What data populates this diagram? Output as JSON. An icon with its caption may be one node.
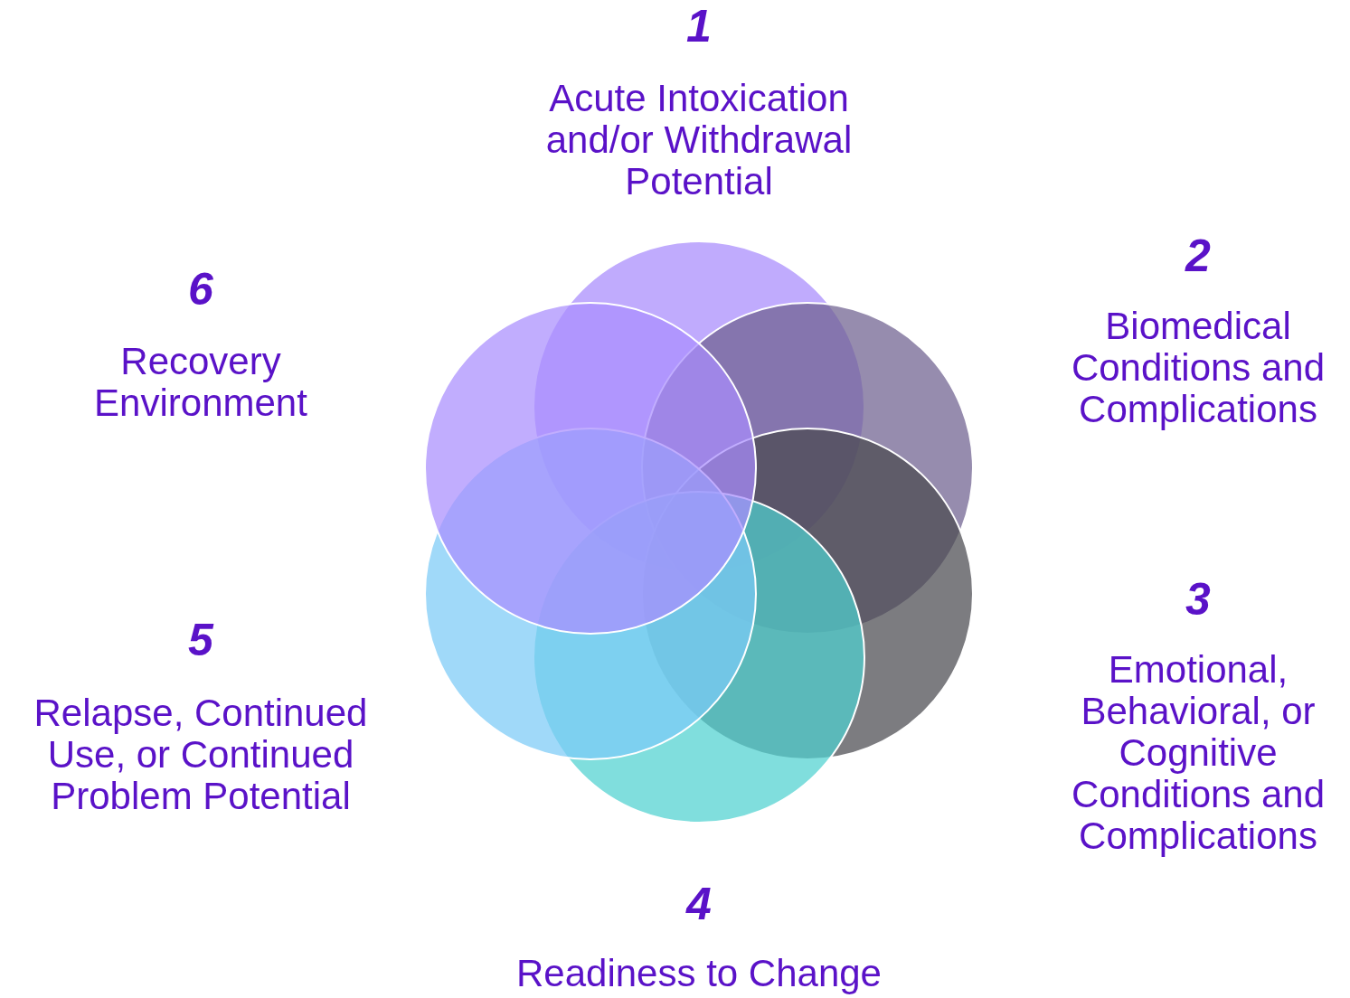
{
  "diagram": {
    "labels": [
      "1",
      "Acute Intoxication and/or Withdrawal Potential",
      "2",
      "Biomedical Conditions and Complications",
      "3",
      "Emotional, Behavioral, or Cognitive Conditions and Complications",
      "4",
      "Readiness to Change",
      "5",
      "Relapse, Continued Use, or Continued Problem Potential",
      "6",
      "Recovery Environment"
    ]
  }
}
